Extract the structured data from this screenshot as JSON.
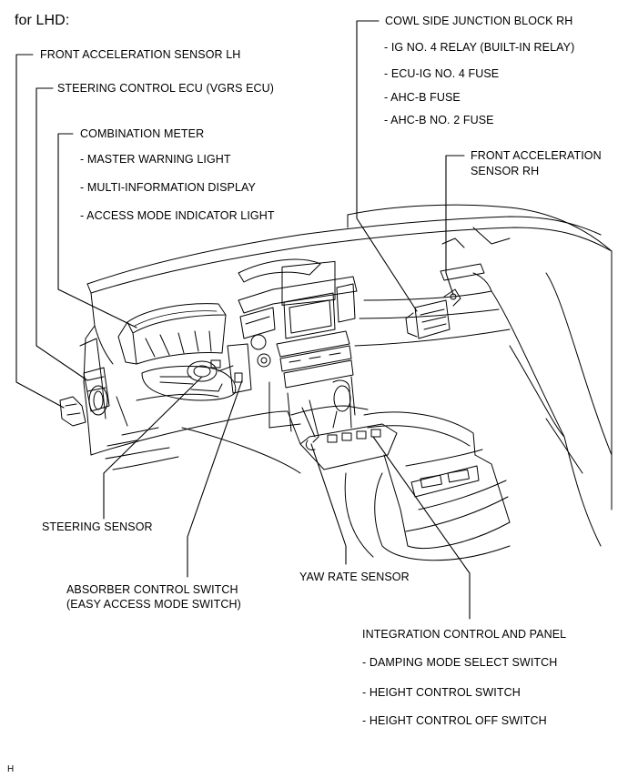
{
  "title": "for LHD:",
  "labels": {
    "front_accel_lh": "FRONT ACCELERATION SENSOR LH",
    "steering_ecu": "STEERING CONTROL ECU (VGRS ECU)",
    "combination_meter": "COMBINATION METER",
    "meter_items": [
      "- MASTER WARNING LIGHT",
      "- MULTI-INFORMATION DISPLAY",
      "- ACCESS MODE INDICATOR LIGHT"
    ],
    "cowl_block": "COWL SIDE JUNCTION BLOCK RH",
    "cowl_items": [
      "- IG NO. 4 RELAY (BUILT-IN RELAY)",
      "- ECU-IG NO. 4 FUSE",
      "- AHC-B FUSE",
      "- AHC-B NO. 2 FUSE"
    ],
    "front_accel_rh_line1": "FRONT ACCELERATION",
    "front_accel_rh_line2": "SENSOR RH",
    "steering_sensor": "STEERING SENSOR",
    "absorber_line1": "ABSORBER CONTROL SWITCH",
    "absorber_line2": "(EASY ACCESS MODE SWITCH)",
    "yaw_rate": "YAW RATE SENSOR",
    "integration_panel": "INTEGRATION CONTROL AND PANEL",
    "integration_items": [
      "- DAMPING MODE SELECT SWITCH",
      "- HEIGHT CONTROL SWITCH",
      "- HEIGHT CONTROL OFF SWITCH"
    ]
  },
  "footer_code": "H"
}
